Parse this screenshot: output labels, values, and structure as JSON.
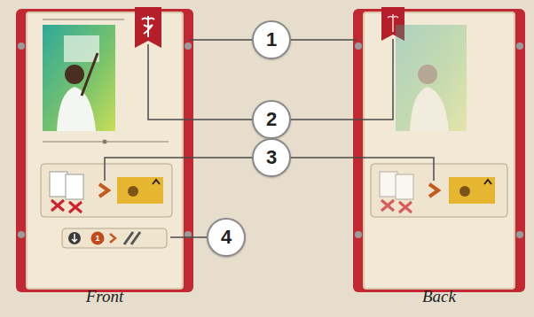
{
  "diagram": {
    "nodes": [
      {
        "text": [
          "Front"
        ]
      },
      {
        "text": [
          "Back"
        ]
      },
      {
        "text": [
          "1"
        ]
      },
      {
        "text": [
          "2"
        ]
      },
      {
        "text": [
          "3"
        ]
      },
      {
        "text": [
          "4"
        ]
      }
    ],
    "labels": [
      "1"
    ]
  }
}
